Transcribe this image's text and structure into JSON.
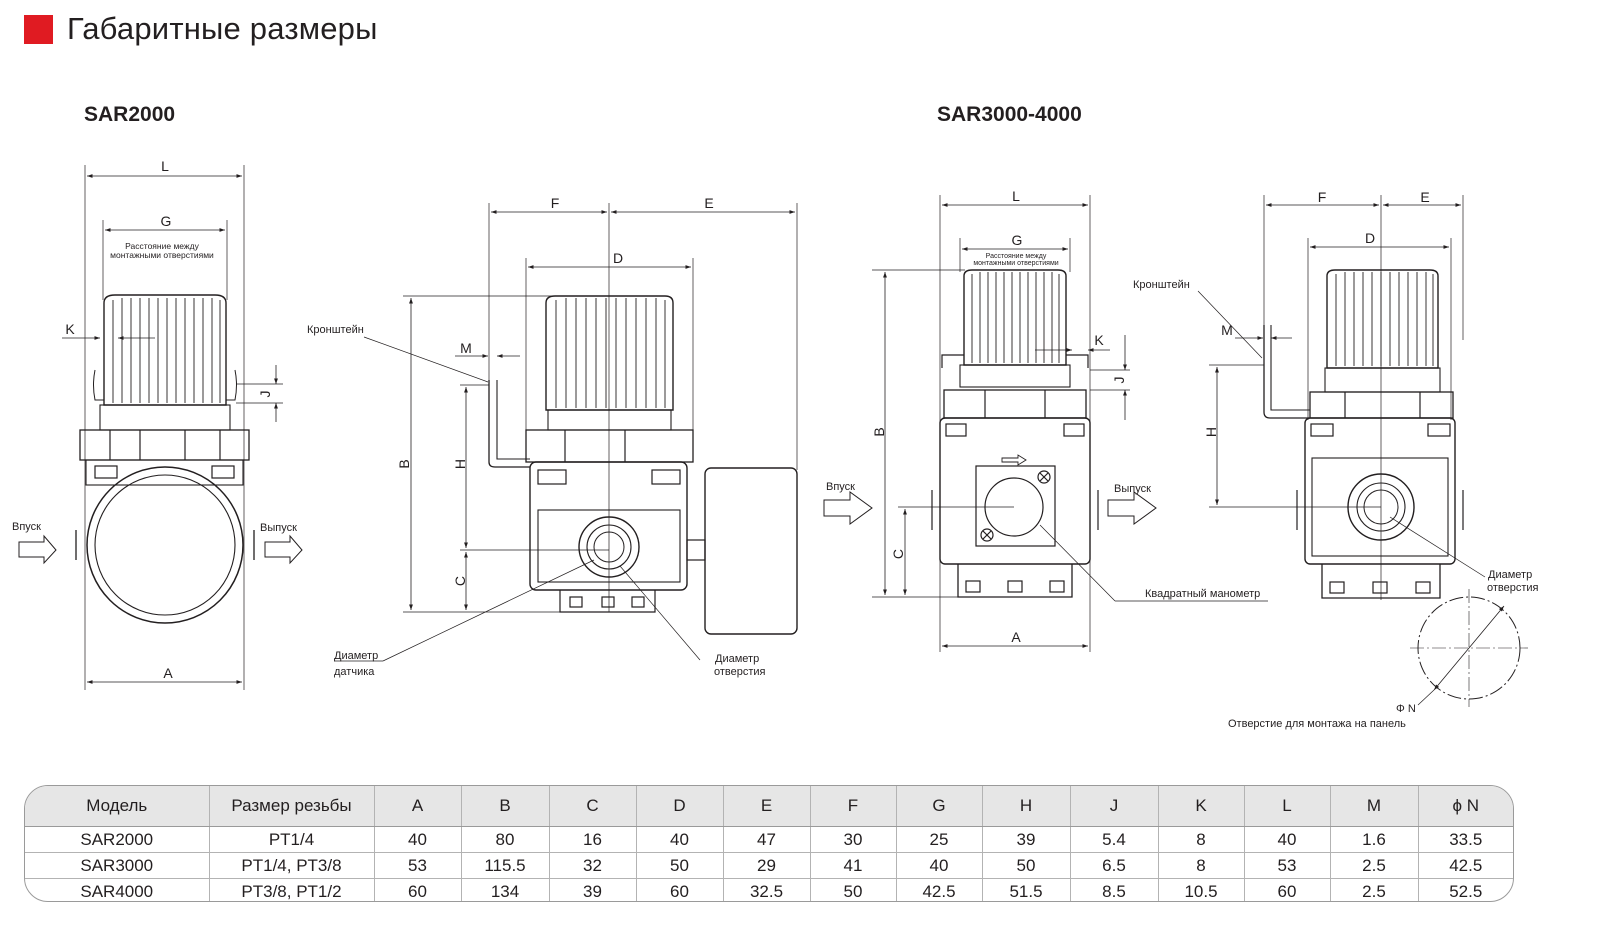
{
  "header": {
    "title": "Габаритные размеры"
  },
  "diagrams": {
    "left_title": "SAR2000",
    "right_title": "SAR3000-4000"
  },
  "labels": {
    "dim_A": "A",
    "dim_B": "B",
    "dim_C": "C",
    "dim_D": "D",
    "dim_E": "E",
    "dim_F": "F",
    "dim_G": "G",
    "dim_H": "H",
    "dim_J": "J",
    "dim_K": "K",
    "dim_L": "L",
    "dim_M": "M",
    "inlet": "Впуск",
    "outlet": "Выпуск",
    "mount_distance_1": "Расстояние между",
    "mount_distance_2": "монтажными отверстиями",
    "bracket": "Кронштейн",
    "sensor_diameter_1": "Диаметр",
    "sensor_diameter_2": "датчика",
    "hole_diameter_1": "Диаметр",
    "hole_diameter_2": "отверстия",
    "square_gauge": "Квадратный манометр",
    "phi_n": "Φ N",
    "panel_hole": "Отверстие для монтажа на панель"
  },
  "table": {
    "headers": [
      "Модель",
      "Размер резьбы",
      "A",
      "B",
      "C",
      "D",
      "E",
      "F",
      "G",
      "H",
      "J",
      "K",
      "L",
      "M",
      "ϕ N"
    ],
    "rows": [
      [
        "SAR2000",
        "PT1/4",
        "40",
        "80",
        "16",
        "40",
        "47",
        "30",
        "25",
        "39",
        "5.4",
        "8",
        "40",
        "1.6",
        "33.5"
      ],
      [
        "SAR3000",
        "PT1/4, PT3/8",
        "53",
        "115.5",
        "32",
        "50",
        "29",
        "41",
        "40",
        "50",
        "6.5",
        "8",
        "53",
        "2.5",
        "42.5"
      ],
      [
        "SAR4000",
        "PT3/8, PT1/2",
        "60",
        "134",
        "39",
        "60",
        "32.5",
        "50",
        "42.5",
        "51.5",
        "8.5",
        "10.5",
        "60",
        "2.5",
        "52.5"
      ]
    ]
  },
  "colors": {
    "accent": "#e01b22",
    "line": "#231f20",
    "table_header_bg": "#e6e6e6"
  }
}
